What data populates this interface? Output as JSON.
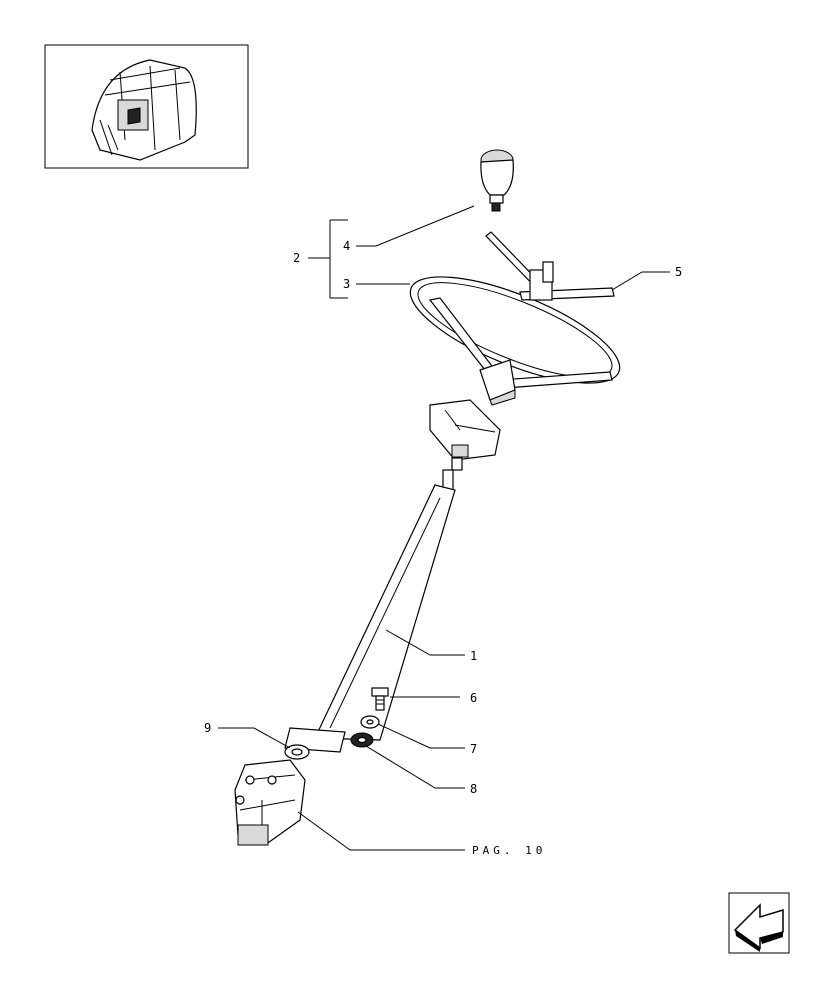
{
  "callouts": {
    "c1": "1",
    "c2": "2",
    "c3": "3",
    "c4": "4",
    "c5": "5",
    "c6": "6",
    "c7": "7",
    "c8": "8",
    "c9": "9"
  },
  "reference": "PAG. 10",
  "icons": {
    "nav": "back-arrow-icon",
    "thumbnail": "tractor-cab-thumbnail"
  }
}
